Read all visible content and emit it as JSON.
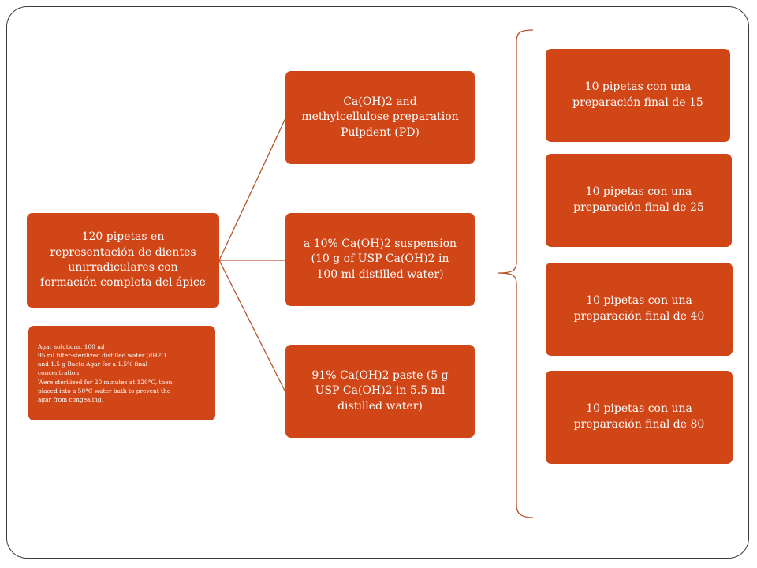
{
  "colors": {
    "box_fill": "#d04617",
    "box_text": "#ffffff",
    "connector": "#b5522a",
    "frame": "#3a3a3a"
  },
  "root": {
    "lines": [
      "120 pipetas  en",
      "representación de dientes",
      "unirradiculares con",
      "formación completa del ápice"
    ]
  },
  "branches": [
    {
      "lines": [
        "Ca(OH)2 and",
        "methylcellulose preparation",
        "Pulpdent (PD)"
      ]
    },
    {
      "lines": [
        "a 10% Ca(OH)2 suspension",
        "(10 g of USP Ca(OH)2 in",
        "100 ml distilled water)"
      ]
    },
    {
      "lines": [
        "91% Ca(OH)2 paste (5 g",
        "USP Ca(OH)2 in 5.5 ml",
        "distilled water)"
      ]
    }
  ],
  "note": {
    "lines": [
      "Agar solutions, 100 ml",
      "95 ml filter-sterilized distilled water (dH2O",
      "and 1.5 g Bacto Agar for a 1.5% final",
      "concentration",
      "Were sterilized for 20 minutes at 120°C, then",
      "placed into a 50°C water bath to prevent the",
      "agar from congealing."
    ]
  },
  "groups": [
    {
      "lines": [
        "10 pipetas con una",
        "preparación final  de 15"
      ]
    },
    {
      "lines": [
        "10 pipetas con una",
        "preparación final  de 25"
      ]
    },
    {
      "lines": [
        "10 pipetas con una",
        "preparación final  de 40"
      ]
    },
    {
      "lines": [
        "10 pipetas con una",
        "preparación final  de 80"
      ]
    }
  ]
}
